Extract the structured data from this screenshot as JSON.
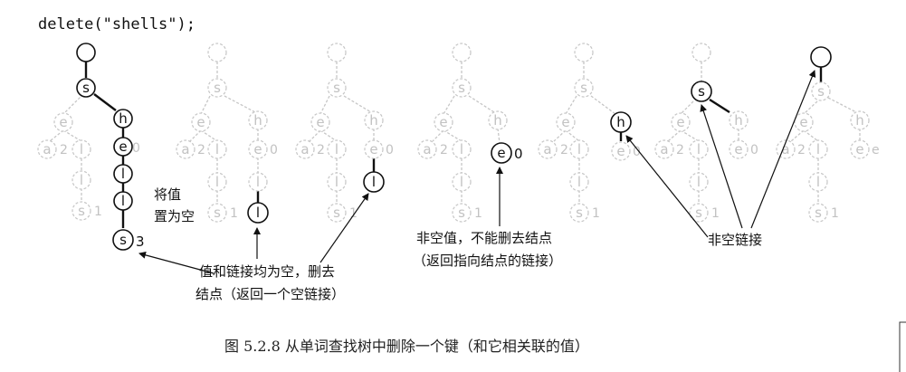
{
  "code": "delete(\"shells\");",
  "annotations": {
    "set_value_null_line1": "将值",
    "set_value_null_line2": "置为空",
    "delete_node_line1": "值和链接均为空，删去",
    "delete_node_line2": "结点（返回一个空链接）",
    "nonnull_value_line1": "非空值，不能删去结点",
    "nonnull_value_line2": "（返回指向结点的链接）",
    "nonnull_link": "非空链接"
  },
  "caption": "图 5.2.8   从单词查找树中删除一个键（和它相关联的值）",
  "tries": [
    {
      "panel": 1,
      "highlight_path": "s h e l l s",
      "value_shown": "3"
    },
    {
      "panel": 2,
      "highlight": "l"
    },
    {
      "panel": 3,
      "highlight": "l"
    },
    {
      "panel": 4,
      "highlight": "e",
      "value_shown": "0"
    },
    {
      "panel": 5,
      "highlight": "h"
    },
    {
      "panel": 6,
      "highlight": "s"
    },
    {
      "panel": 7,
      "highlight": "root"
    }
  ],
  "node_labels": {
    "s": "s",
    "e": "e",
    "h": "h",
    "a": "a",
    "l": "l"
  },
  "values": {
    "a": "2",
    "s_leaf": "1",
    "e_leaf": "0",
    "shells": "3"
  }
}
